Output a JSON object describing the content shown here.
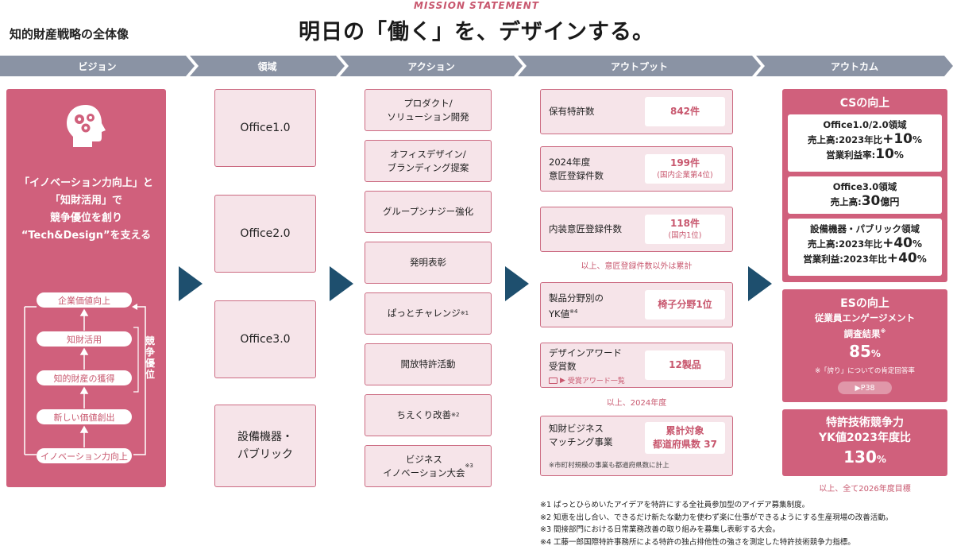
{
  "page_title": "知的財産戦略の全体像",
  "mission": {
    "label": "MISSION STATEMENT",
    "text": "明日の「働く」を、デザインする。"
  },
  "headers": [
    "ビジョン",
    "領域",
    "アクション",
    "アウトプット",
    "アウトカム"
  ],
  "vision": {
    "lines": [
      "「イノベーション力向上」と",
      "「知財活用」で",
      "競争優位を創り",
      "“Tech&Design”を支える"
    ],
    "ladder": [
      "企業価値向上",
      "知財活用",
      "知的財産の獲得",
      "新しい価値創出",
      "イノベーション力向上"
    ],
    "side_label": "競争優位",
    "icon": "head-gears-icon"
  },
  "domains": [
    "Office1.0",
    "Office2.0",
    "Office3.0",
    "設備機器・\nパブリック"
  ],
  "actions": [
    {
      "text": "プロダクト/\nソリューション開発",
      "note": ""
    },
    {
      "text": "オフィスデザイン/\nブランディング提案",
      "note": ""
    },
    {
      "text": "グループシナジー強化",
      "note": ""
    },
    {
      "text": "発明表彰",
      "note": ""
    },
    {
      "text": "ぱっとチャレンジ",
      "note": "※1"
    },
    {
      "text": "開放特許活動",
      "note": ""
    },
    {
      "text": "ちえくり改善",
      "note": "※2"
    },
    {
      "text": "ビジネス\nイノベーション大会",
      "note": "※3"
    }
  ],
  "outputs": {
    "patents": {
      "label": "保有特許数",
      "value": "842件"
    },
    "design2024": {
      "label": "2024年度\n意匠登録件数",
      "value": "199件",
      "sub": "(国内企業第4位)"
    },
    "internal_design": {
      "label": "内装意匠登録件数",
      "value": "118件",
      "sub": "(国内1位)"
    },
    "note_cumulative": "以上、意匠登録件数以外は累計",
    "yk": {
      "label": "製品分野別の\nYK値",
      "note": "※4",
      "value": "椅子分野1位"
    },
    "award": {
      "label": "デザインアワード\n受賞数",
      "value": "12製品",
      "link": "受賞アワード一覧"
    },
    "note_2024": "以上、2024年度",
    "matching": {
      "label": "知財ビジネス\nマッチング事業",
      "value1": "累計対象",
      "value2": "都道府県数 37",
      "note": "※市町村規模の事業も都道府県数に計上"
    }
  },
  "outcomes": {
    "cs": {
      "title": "CSの向上",
      "card1": {
        "head": "Office1.0/2.0領域",
        "l1_pre": "売上高:2023年比",
        "l1_val": "+10",
        "l1_unit": "%",
        "l2_pre": "営業利益率:",
        "l2_val": "10",
        "l2_unit": "%"
      },
      "card2": {
        "head": "Office3.0領域",
        "l1_pre": "売上高:",
        "l1_val": "30",
        "l1_unit": "億円"
      },
      "card3": {
        "head": "設備機器・パブリック領域",
        "l1_pre": "売上高:2023年比",
        "l1_val": "+40",
        "l1_unit": "%",
        "l2_pre": "営業利益:2023年比",
        "l2_val": "+40",
        "l2_unit": "%"
      }
    },
    "es": {
      "title": "ESの向上",
      "l1": "従業員エンゲージメント",
      "l2": "調査結果",
      "note_mark": "※",
      "value": "85",
      "unit": "%",
      "note": "※「誇り」についての肯定回答率",
      "link": "▶P38"
    },
    "patent": {
      "l1": "特許技術競争力",
      "l2": "YK値2023年度比",
      "value": "130",
      "unit": "%"
    },
    "note": "以上、全て2026年度目標"
  },
  "footnotes": [
    "※1 ぱっとひらめいたアイデアを特許にする全社員参加型のアイデア募集制度。",
    "※2 知恵を出し合い、できるだけ新たな動力を使わず楽に仕事ができるようにする生産現場の改善活動。",
    "※3 間接部門における日常業務改善の取り組みを募集し表彰する大会。",
    "※4 工藤一郎国際特許事務所による特許の独占排他性の強さを測定した特許技術競争力指標。"
  ],
  "colors": {
    "accent": "#c8576e",
    "panel": "#d0607c",
    "card_bg": "#f6e4e9",
    "header": "#8a93a4",
    "arrow": "#1e4f6e"
  }
}
